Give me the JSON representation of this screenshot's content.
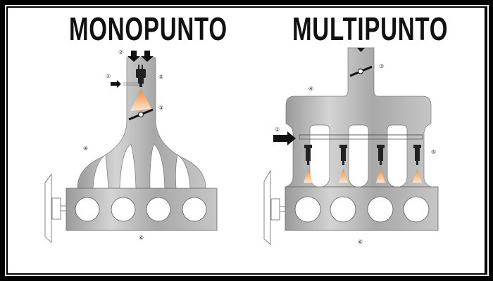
{
  "diagrams": [
    {
      "title": "MONOPUNTO",
      "labels": [
        "①",
        "②",
        "③",
        "④",
        "⑤",
        "⑥"
      ]
    },
    {
      "title": "MULTIPUNTO",
      "labels": [
        "①",
        "③",
        "④",
        "⑤",
        "⑥"
      ]
    }
  ],
  "colors": {
    "metal": "#b8b8b8",
    "fuel": "#f29a4a",
    "frame": "#000000"
  }
}
